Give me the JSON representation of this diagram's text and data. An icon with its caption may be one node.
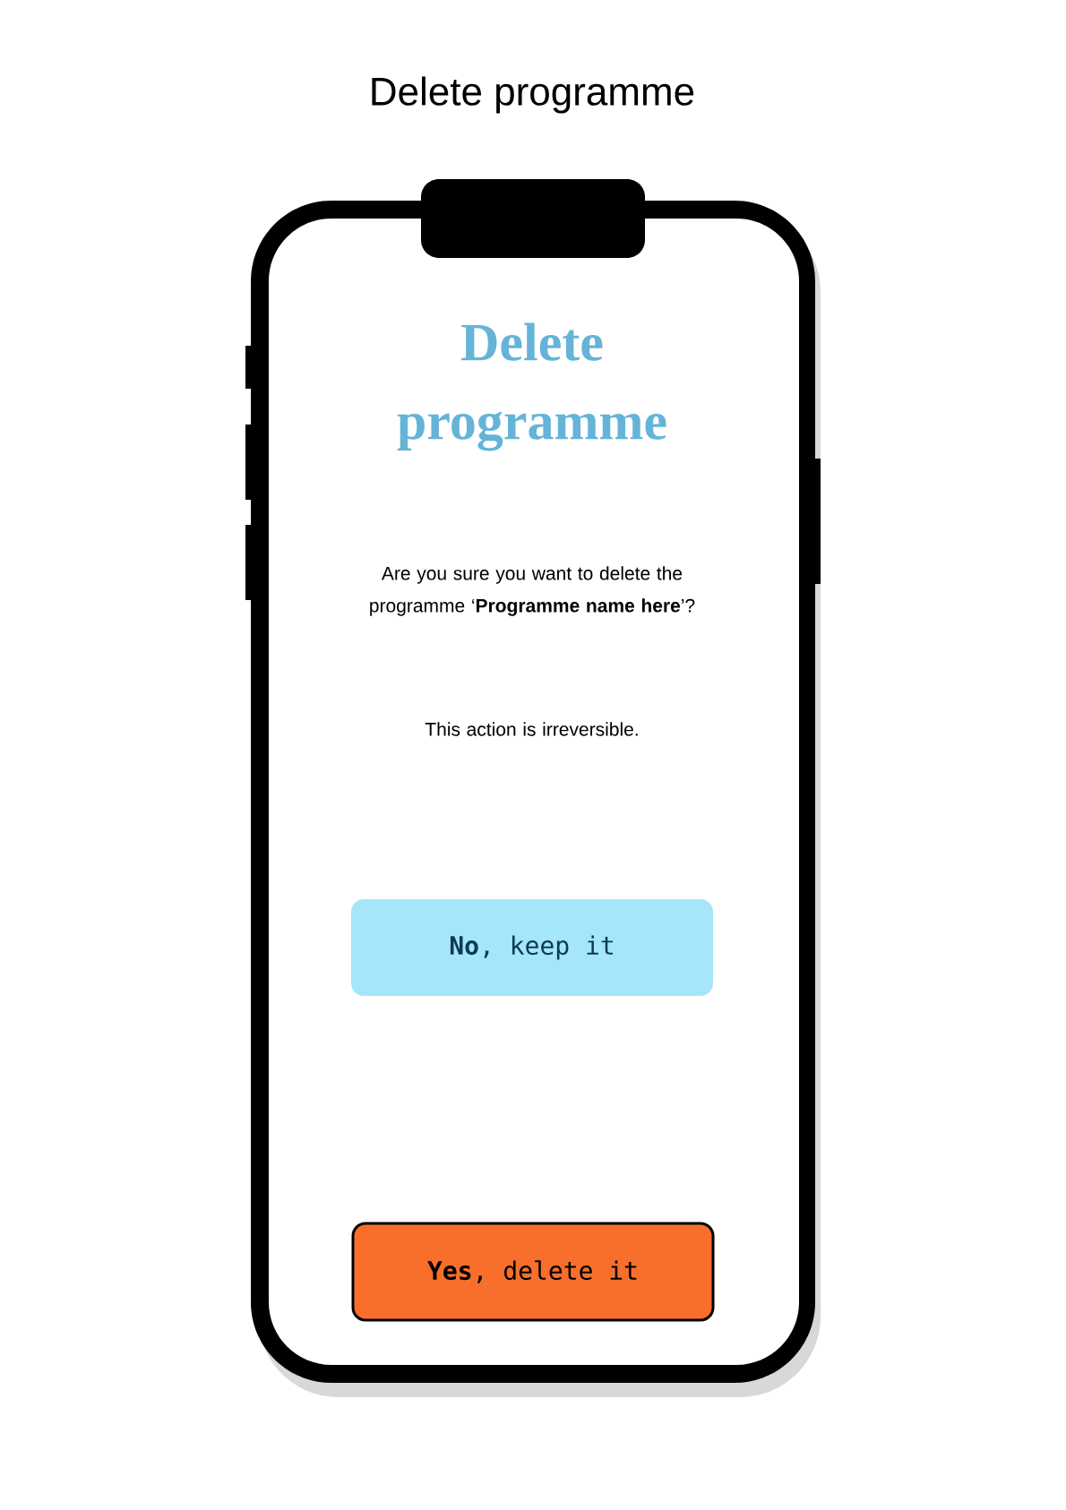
{
  "diagram": {
    "title": "Delete programme",
    "nodes": [
      {
        "text": [
          "Delete programme",
          "Are you sure you want to delete the programme ‘**Programme name here**’?",
          "This action is irreversible."
        ]
      },
      {
        "text": [
          "**No**, keep it"
        ],
        "in": 0
      },
      {
        "text": [
          "**Yes**, delete it"
        ],
        "in": 0
      }
    ]
  }
}
